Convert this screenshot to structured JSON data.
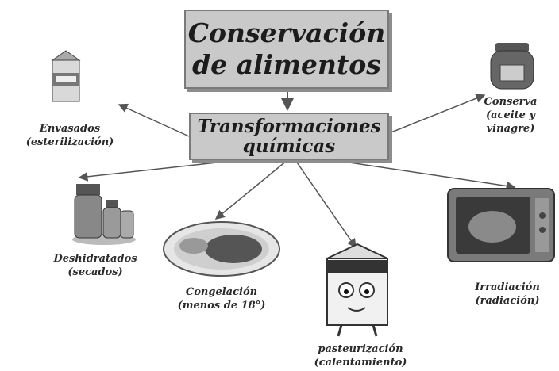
{
  "title": {
    "line1": "Conservación",
    "line2": "de alimentos"
  },
  "subtitle": {
    "line1": "Transformaciones",
    "line2": "químicas"
  },
  "nodes": {
    "envasados": {
      "line1": "Envasados",
      "line2": "(esterilización)",
      "icon": "milk-carton-icon"
    },
    "conserva": {
      "line1": "Conserva",
      "line2": "(aceite y",
      "line3": "vinagre)",
      "icon": "jar-icon"
    },
    "deshidratados": {
      "line1": "Deshidratados",
      "line2": "(secados)",
      "icon": "dried-food-jars-icon"
    },
    "congelacion": {
      "line1": "Congelación",
      "line2": "(menos de 18°)",
      "icon": "frozen-meal-plate-icon"
    },
    "pasteurizacion": {
      "line1": "pasteurización",
      "line2": "(calentamiento)",
      "icon": "milk-carton-character-icon"
    },
    "irradiacion": {
      "line1": "Irradiación",
      "line2": "(radiación)",
      "icon": "microwave-oven-icon"
    }
  },
  "colors": {
    "box_fill": "#c9c9c9",
    "box_border": "#7a7a7a",
    "arrow": "#555555",
    "text": "#1c1c1c"
  }
}
